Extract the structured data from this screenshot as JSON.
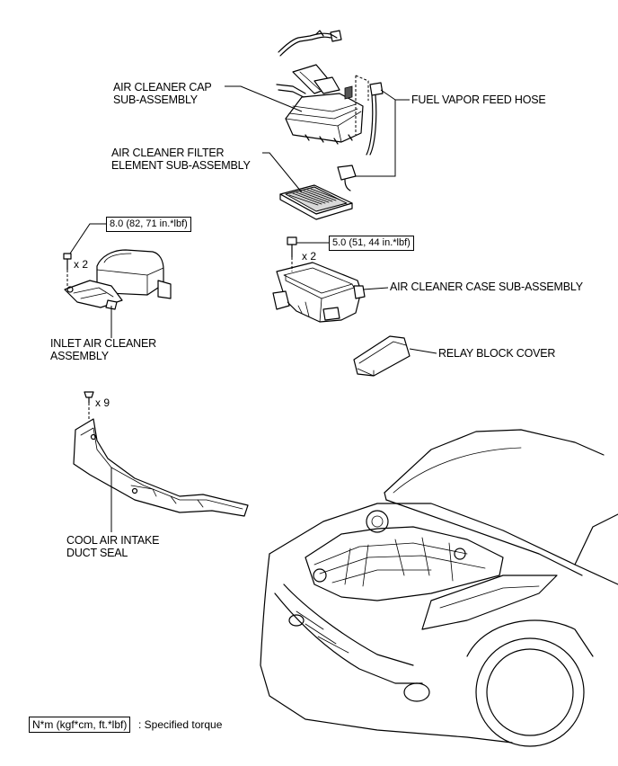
{
  "labels": {
    "air_cleaner_cap": [
      "AIR CLEANER CAP",
      "SUB-ASSEMBLY"
    ],
    "fuel_vapor_feed_hose": "FUEL VAPOR FEED HOSE",
    "air_cleaner_filter": [
      "AIR CLEANER FILTER",
      "ELEMENT SUB-ASSEMBLY"
    ],
    "inlet_air_cleaner": [
      "INLET AIR CLEANER",
      "ASSEMBLY"
    ],
    "air_cleaner_case": "AIR CLEANER CASE SUB-ASSEMBLY",
    "relay_block_cover": "RELAY BLOCK COVER",
    "cool_air_intake": [
      "COOL AIR INTAKE",
      "DUCT SEAL"
    ]
  },
  "torques": {
    "inlet_bolt": "8.0 (82, 71 in.*lbf)",
    "case_bolt": "5.0 (51, 44 in.*lbf)"
  },
  "quantities": {
    "inlet_bolt": "x 2",
    "case_bolt": "x 2",
    "duct_clip": "x 9"
  },
  "legend": {
    "unit": "N*m (kgf*cm, ft.*lbf)",
    "meaning": ": Specified torque"
  }
}
